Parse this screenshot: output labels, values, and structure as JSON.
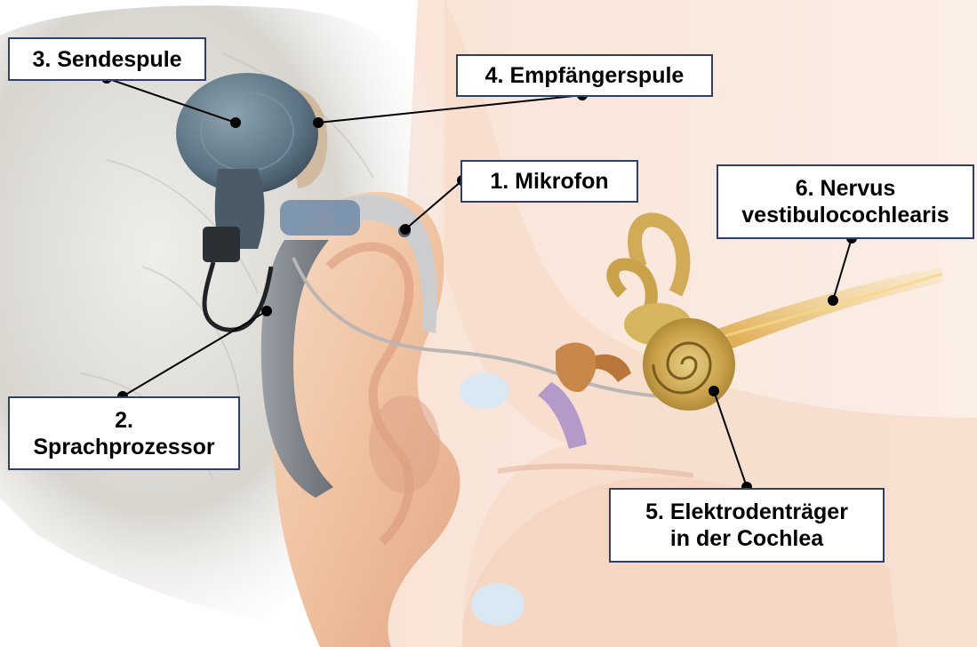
{
  "labels": {
    "sendespule": "3. Sendespule",
    "empfaengerspule": "4. Empfängerspule",
    "mikrofon": "1. Mikrofon",
    "nervus_line1": "6. Nervus",
    "nervus_line2": "vestibulocochlearis",
    "sprachprozessor_line1": "2.",
    "sprachprozessor_line2": "Sprachprozessor",
    "elektroden_line1": "5. Elektrodenträger",
    "elektroden_line2": "in der Cochlea"
  },
  "colors": {
    "box_border": "#2e3f6b",
    "leader_line": "#000000",
    "skin": "#f2c7a6",
    "hair": "#d9d6d0",
    "device_gray": "#8a8f95",
    "coil_blue": "#5d7585",
    "bone_gold": "#c9a24a",
    "nerve_yellow": "#e8b94a",
    "ossicle_orange": "#c9874a",
    "eardrum_purple": "#b39ac9"
  }
}
